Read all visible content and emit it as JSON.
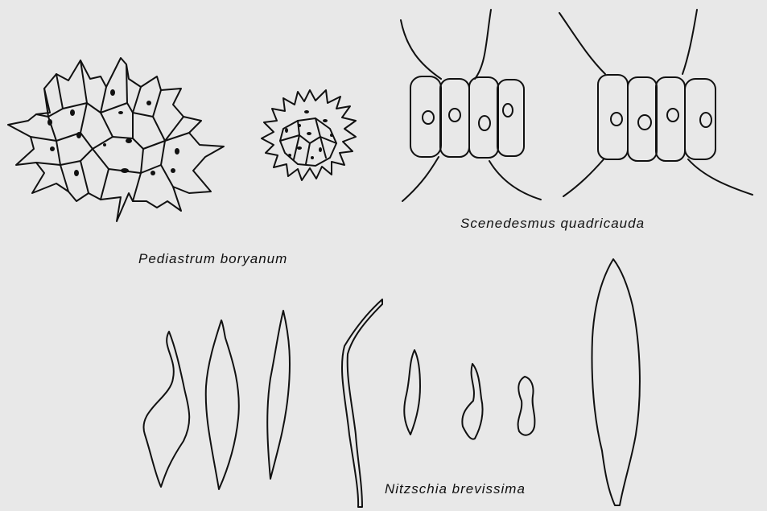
{
  "figure": {
    "labels": {
      "pediastrum": "Pediastrum boryanum",
      "scenedesmus": "Scenedesmus quadricauda",
      "nitzschia": "Nitzschia brevissima"
    },
    "icons": [
      "pediastrum-colony-icon",
      "scenedesmus-colony-icon",
      "nitzschia-cell-icon"
    ]
  }
}
